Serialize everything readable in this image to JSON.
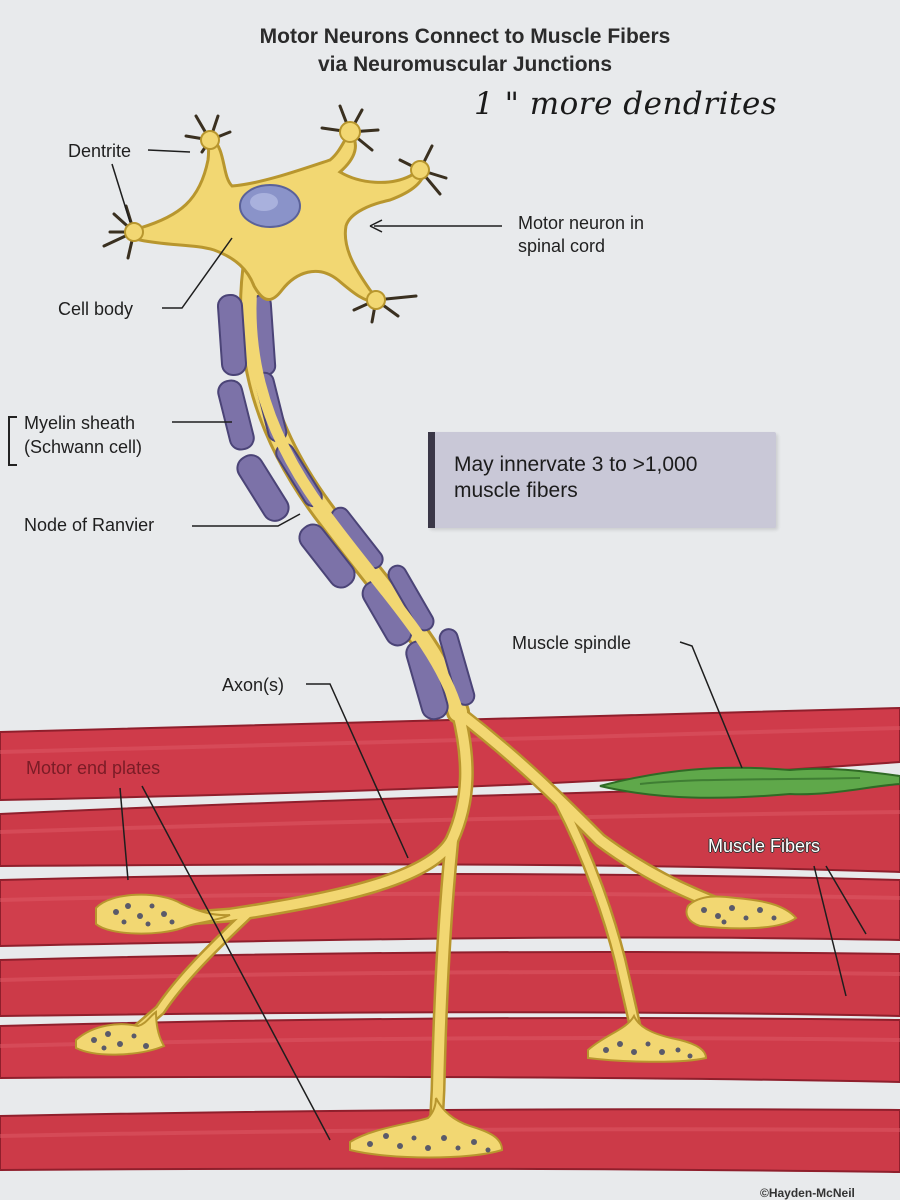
{
  "diagram": {
    "title_line1": "Motor Neurons Connect to Muscle Fibers",
    "title_line2": "via Neuromuscular Junctions",
    "handwritten_note": "1 \" more dendrites",
    "callout": {
      "line1": "May innervate 3 to >1,000",
      "line2": "muscle fibers"
    },
    "labels": {
      "dentrite": "Dentrite",
      "motor_neuron_line1": "Motor neuron in",
      "motor_neuron_line2": "spinal cord",
      "cell_body": "Cell body",
      "myelin_line1": "Myelin sheath",
      "myelin_line2": "(Schwann cell)",
      "node_of_ranvier": "Node of Ranvier",
      "axons": "Axon(s)",
      "muscle_spindle": "Muscle spindle",
      "motor_end_plates": "Motor end plates",
      "muscle_fibers": "Muscle Fibers"
    },
    "credit": "©Hayden-McNeil",
    "colors": {
      "neuron": "#f2d772",
      "neuron_outline": "#c9a53a",
      "myelin": "#7c72a8",
      "muscle": "#cf3b4a",
      "spindle": "#4f9a3c",
      "nucleus": "#8a93c9"
    }
  }
}
